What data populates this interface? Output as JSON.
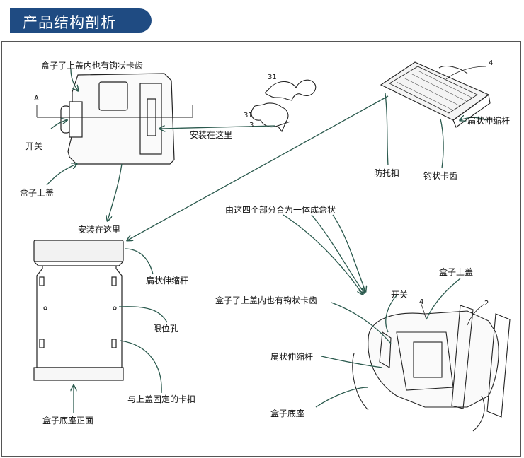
{
  "header": {
    "title": "产品结构剖析"
  },
  "labels": {
    "inner_teeth_top": "盒子了上盖内也有钩状卡齿",
    "switch_left": "开关",
    "lid_left": "盒子上盖",
    "install_here_1": "安装在这里",
    "install_here_2": "安装在这里",
    "anti_drop": "防托扣",
    "hook_teeth": "钩状卡齿",
    "flat_rod_top": "扁状伸缩杆",
    "flat_rod_mid": "扁状伸缩杆",
    "limit_hole": "限位孔",
    "fix_clip": "与上盖固定的卡扣",
    "base_front": "盒子底座正面",
    "combine": "由这四个部分合为一体成盒状",
    "lid_right": "盒子上盖",
    "switch_right": "开关",
    "inner_teeth_right": "盒子了上盖内也有钩状卡齿",
    "flat_rod_right": "扁状伸缩杆",
    "base_right": "盒子底座"
  },
  "numbers": {
    "n4_top": "4",
    "n31": "31",
    "n3": "3",
    "n31b": "31",
    "n4_right": "4",
    "n2": "2",
    "section_mark": "A"
  },
  "colors": {
    "header_bg": "#1f4b82",
    "arrow": "#2b5a4e",
    "line": "#222222"
  }
}
